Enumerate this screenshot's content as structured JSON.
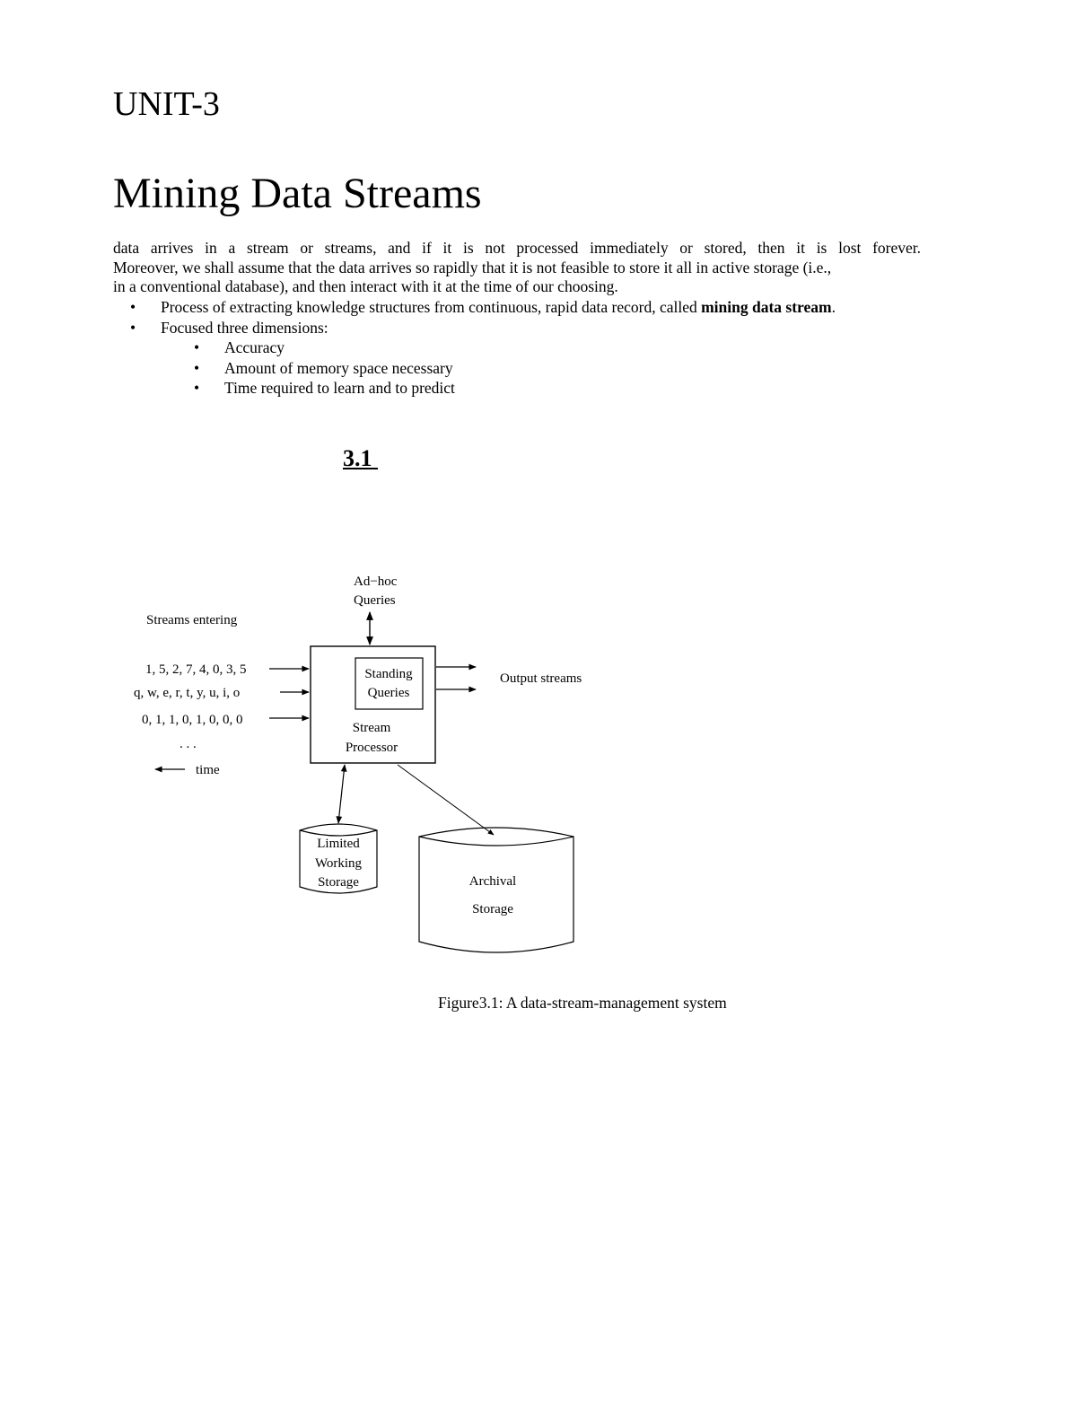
{
  "unit_heading": "UNIT-3",
  "title": "Mining Data Streams",
  "intro": {
    "line1": "data arrives in a stream or streams, and if it is not processed immediately or stored, then it is lost forever.",
    "line2": "Moreover, we shall assume that the data arrives so rapidly that it is not feasible to store it all in active storage (i.e.,",
    "line3": "in a conventional database), and then interact with it at the time of our choosing."
  },
  "bullets": {
    "item1_text": "Process of extracting knowledge structures from continuous, rapid data record, called ",
    "item1_bold": "mining data stream",
    "item1_end": ".",
    "item2_text": "Focused three dimensions:",
    "sub": [
      "Accuracy",
      "Amount of memory space necessary",
      "Time required to learn and to predict"
    ],
    "marker": "•"
  },
  "section_number": "3.1 ",
  "diagram": {
    "adhoc_line1": "Ad−hoc",
    "adhoc_line2": "Queries",
    "streams_entering": "Streams entering",
    "stream1": "1, 5, 2, 7, 4, 0, 3, 5",
    "stream2": "q, w, e, r, t, y, u, i, o",
    "stream3": "0, 1, 1, 0, 1, 0, 0, 0",
    "ellipsis": ". . .",
    "time": "time",
    "standing_line1": "Standing",
    "standing_line2": "Queries",
    "processor_line1": "Stream",
    "processor_line2": "Processor",
    "output": "Output streams",
    "limited_line1": "Limited",
    "limited_line2": "Working",
    "limited_line3": "Storage",
    "archival_line1": "Archival",
    "archival_line2": "Storage"
  },
  "caption": "Figure3.1: A data-stream-management system"
}
